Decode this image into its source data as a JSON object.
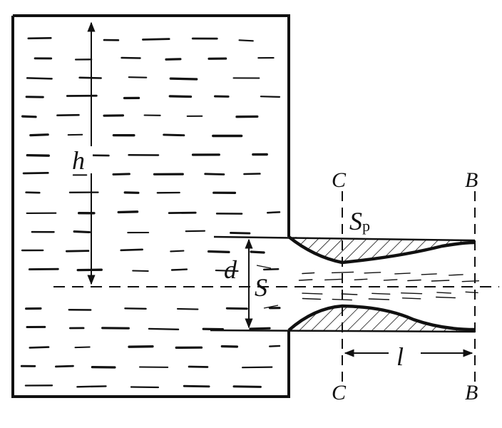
{
  "labels": {
    "height": "h",
    "diameter": "d",
    "area": "S",
    "contracted_area": "S",
    "contracted_area_subscript": "p",
    "length": "l",
    "section_c_top": "C",
    "section_c_bottom": "C",
    "section_b_top": "B",
    "section_b_bottom": "B"
  },
  "colors": {
    "ink": "#111111",
    "background": "#ffffff"
  }
}
